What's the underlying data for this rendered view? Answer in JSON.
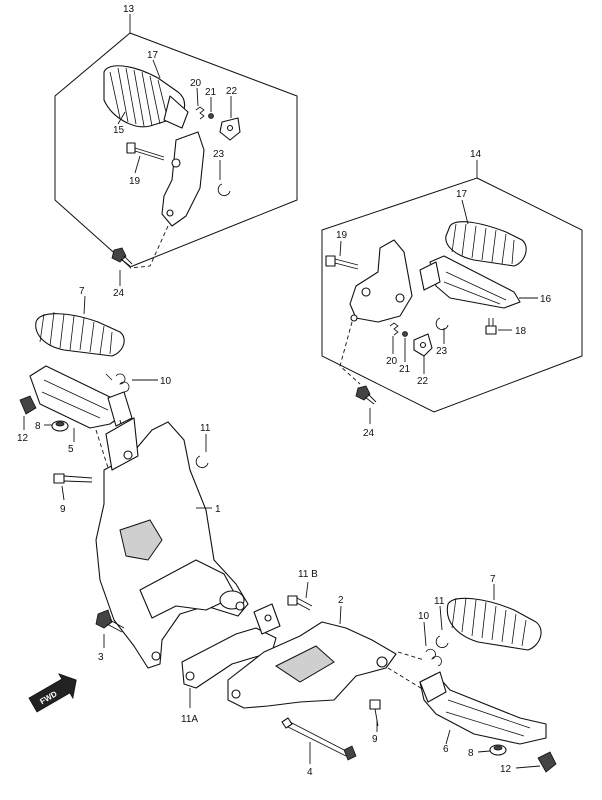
{
  "labels": {
    "l13": "13",
    "l14": "14",
    "a15": "15",
    "a17": "17",
    "a19": "19",
    "a20": "20",
    "a21": "21",
    "a22": "22",
    "a23": "23",
    "a24": "24",
    "b16": "16",
    "b17": "17",
    "b18": "18",
    "b19": "19",
    "b20": "20",
    "b21": "21",
    "b22": "22",
    "b23": "23",
    "b24": "24",
    "c7": "7",
    "c10": "10",
    "c12": "12",
    "c8": "8",
    "c5": "5",
    "c9": "9",
    "c11": "11",
    "c1": "1",
    "c3": "3",
    "d11A": "11A",
    "d11B": "11 B",
    "d2": "2",
    "d4": "4",
    "d9": "9",
    "d10": "10",
    "d11": "11",
    "d7": "7",
    "d6": "6",
    "d8": "8",
    "d12": "12"
  },
  "direction_badge": "FWD"
}
